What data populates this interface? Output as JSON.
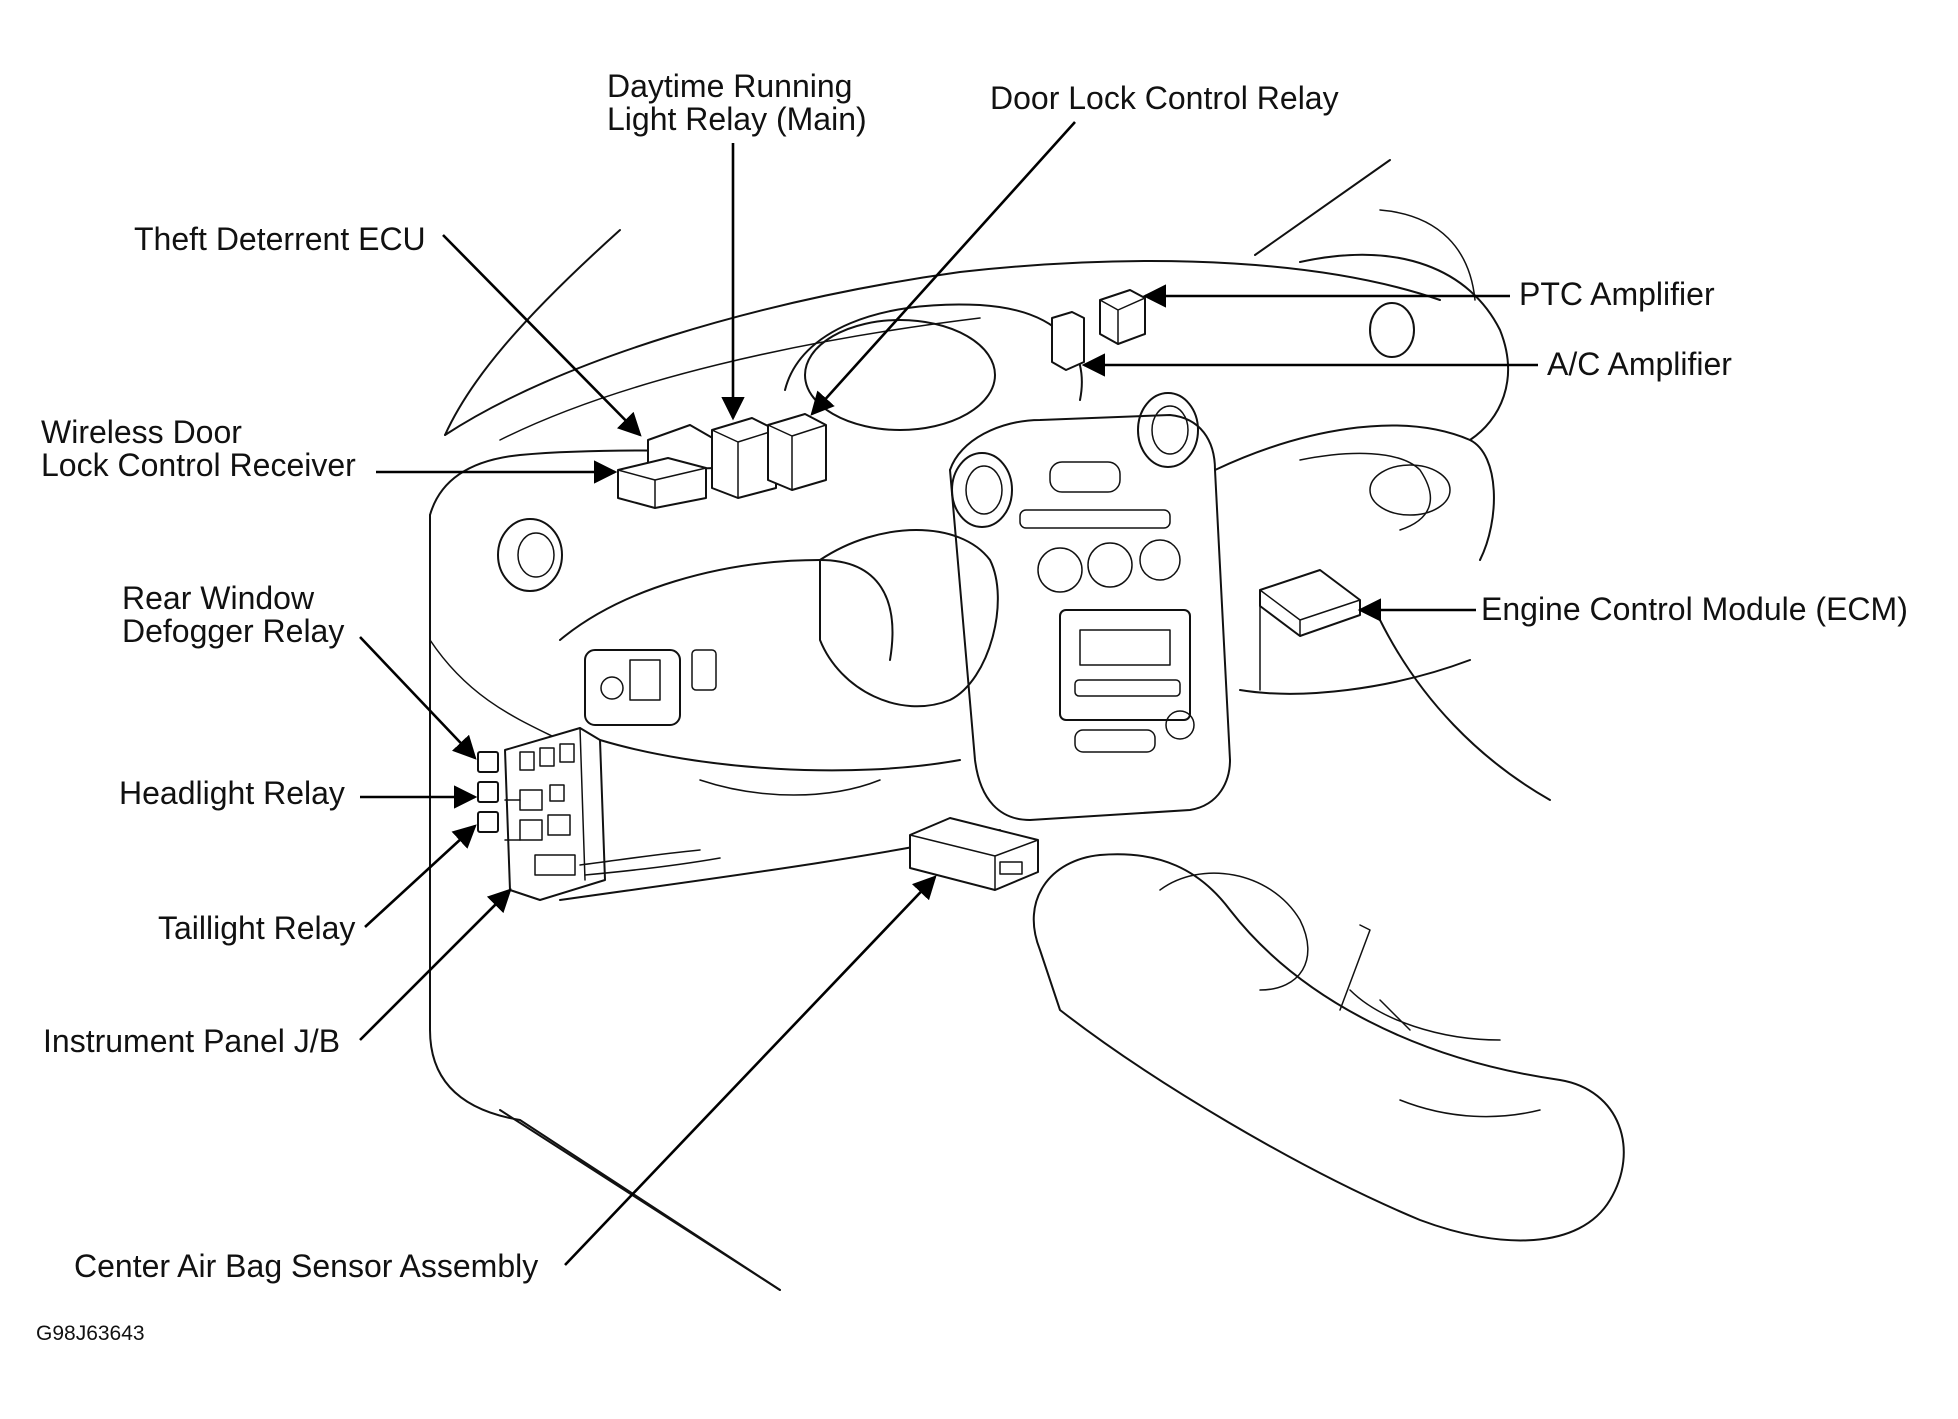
{
  "labels": {
    "daytime_running_light_relay": "Daytime Running\nLight Relay (Main)",
    "door_lock_control_relay": "Door Lock Control Relay",
    "theft_deterrent_ecu": "Theft Deterrent ECU",
    "ptc_amplifier": "PTC Amplifier",
    "ac_amplifier": "A/C Amplifier",
    "wireless_door_lock_receiver": "Wireless Door\nLock Control Receiver",
    "engine_control_module": "Engine Control Module (ECM)",
    "rear_window_defogger_relay": "Rear Window\nDefogger Relay",
    "headlight_relay": "Headlight Relay",
    "taillight_relay": "Taillight Relay",
    "instrument_panel_jb": "Instrument Panel J/B",
    "center_air_bag_sensor": "Center Air Bag Sensor Assembly"
  },
  "figure_code": "G98J63643"
}
